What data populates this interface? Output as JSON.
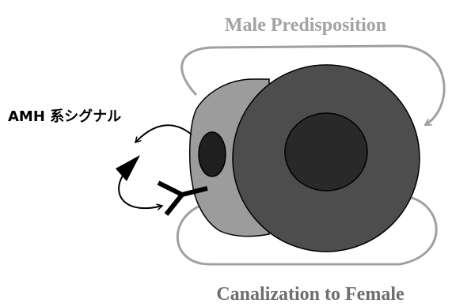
{
  "labels": {
    "top": "Male Predisposition",
    "bottom": "Canalization to Female",
    "signal": "AMH 系シグナル"
  },
  "colors": {
    "top_label": "#a3a3a3",
    "bottom_label": "#6e6e6e",
    "big_cell": "#4d4d4d",
    "nucleus": "#292929",
    "small_cell": "#9c9c9c",
    "small_nucleus": "#1f1f1f",
    "loop_arrow": "#a0a0a0",
    "signal_arrow": "#000000"
  }
}
